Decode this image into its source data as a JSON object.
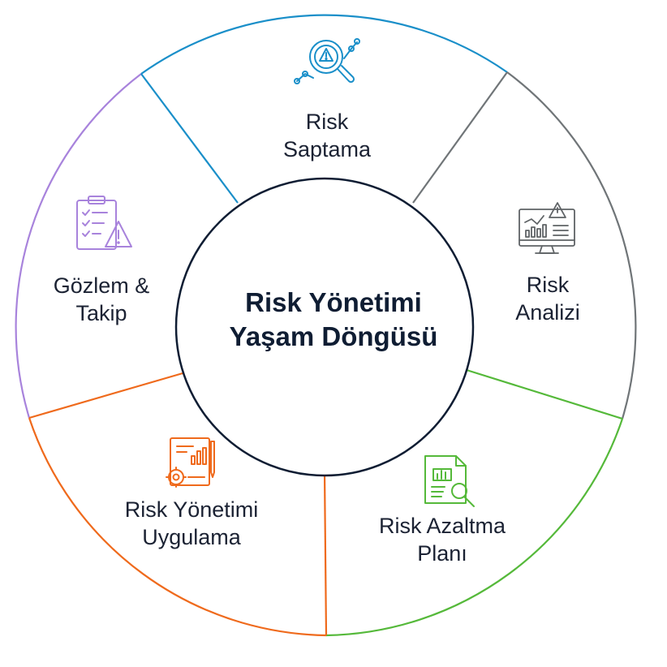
{
  "center": {
    "line1": "Risk Yönetimi",
    "line2": "Yaşam Döngüsü"
  },
  "segments": [
    {
      "line1": "Risk",
      "line2": "Saptama",
      "color": "#1a8fc9",
      "icon": "magnifier-warning-icon"
    },
    {
      "line1": "Risk",
      "line2": "Analizi",
      "color": "#707578",
      "icon": "monitor-chart-warning-icon"
    },
    {
      "line1": "Risk Azaltma",
      "line2": "Planı",
      "color": "#55b93a",
      "icon": "document-chart-search-icon"
    },
    {
      "line1": "Risk Yönetimi",
      "line2": "Uygulama",
      "color": "#ef6a1c",
      "icon": "document-gear-chart-icon"
    },
    {
      "line1": "Gözlem &",
      "line2": "Takip",
      "color": "#a883dc",
      "icon": "clipboard-checklist-warning-icon"
    }
  ]
}
